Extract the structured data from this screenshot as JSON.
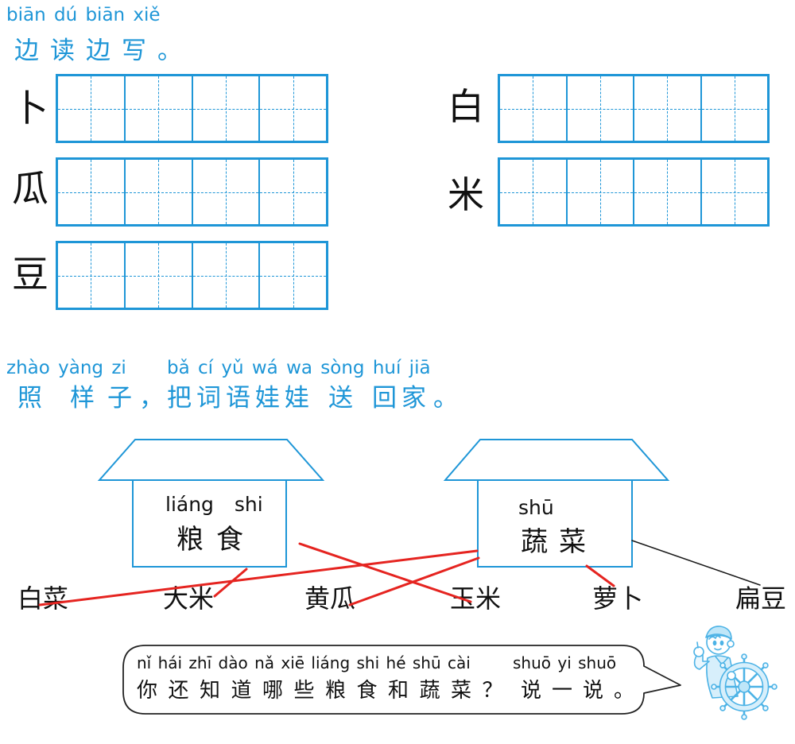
{
  "colors": {
    "accent_blue": "#1e96d7",
    "answer_red": "#e52420",
    "ink": "#1a1a1a",
    "mascot_blue": "#4db3e6"
  },
  "section1": {
    "pinyin": "biān dú biān xiě",
    "title": "边读边写。",
    "left_chars": [
      "卜",
      "瓜",
      "豆"
    ],
    "right_chars": [
      "白",
      "米"
    ]
  },
  "section2": {
    "pinyin_a": "zhào yàng zi",
    "pinyin_b": "bǎ cí yǔ wá wa sòng huí jiā",
    "title_parts": [
      "照",
      "样",
      "子，",
      "把词语娃娃",
      "送",
      "回",
      "家。"
    ],
    "houses": [
      {
        "pinyin": "liáng shi",
        "label": "粮食"
      },
      {
        "pinyin": "shū",
        "label": "蔬菜"
      }
    ],
    "words": [
      "白菜",
      "大米",
      "黄瓜",
      "玉米",
      "萝卜",
      "扁豆"
    ]
  },
  "bubble": {
    "pinyin_a": "nǐ hái zhī dào nǎ xiē liáng shi hé shū cài",
    "pinyin_b": "shuō yi shuō",
    "text_a": "你还知道哪些粮食和蔬菜？",
    "text_b": "说一说。"
  },
  "icons": {
    "mascot": "boy-steering-wheel-icon",
    "ship_wheel": "ship-wheel-icon"
  }
}
